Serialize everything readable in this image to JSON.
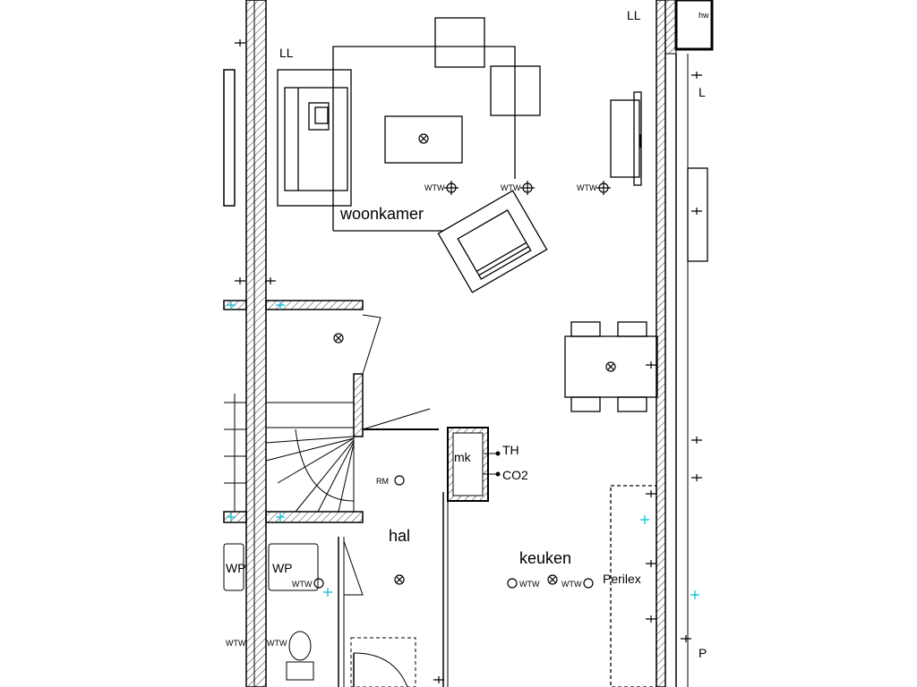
{
  "rooms": {
    "living": "woonkamer",
    "hall": "hal",
    "kitchen": "keuken",
    "meter_cupboard": "mk"
  },
  "labels": {
    "ll_top": "LL",
    "ll_left": "LL",
    "l_right": "L",
    "hw": "hw",
    "wtw": "WTW",
    "rm": "RM",
    "th": "TH",
    "co2": "CO2",
    "perilex": "Perilex",
    "wp_left": "WP",
    "wp_right": "WP",
    "p_right": "P"
  },
  "colors": {
    "line": "#000000",
    "accent": "#00bcd4"
  }
}
